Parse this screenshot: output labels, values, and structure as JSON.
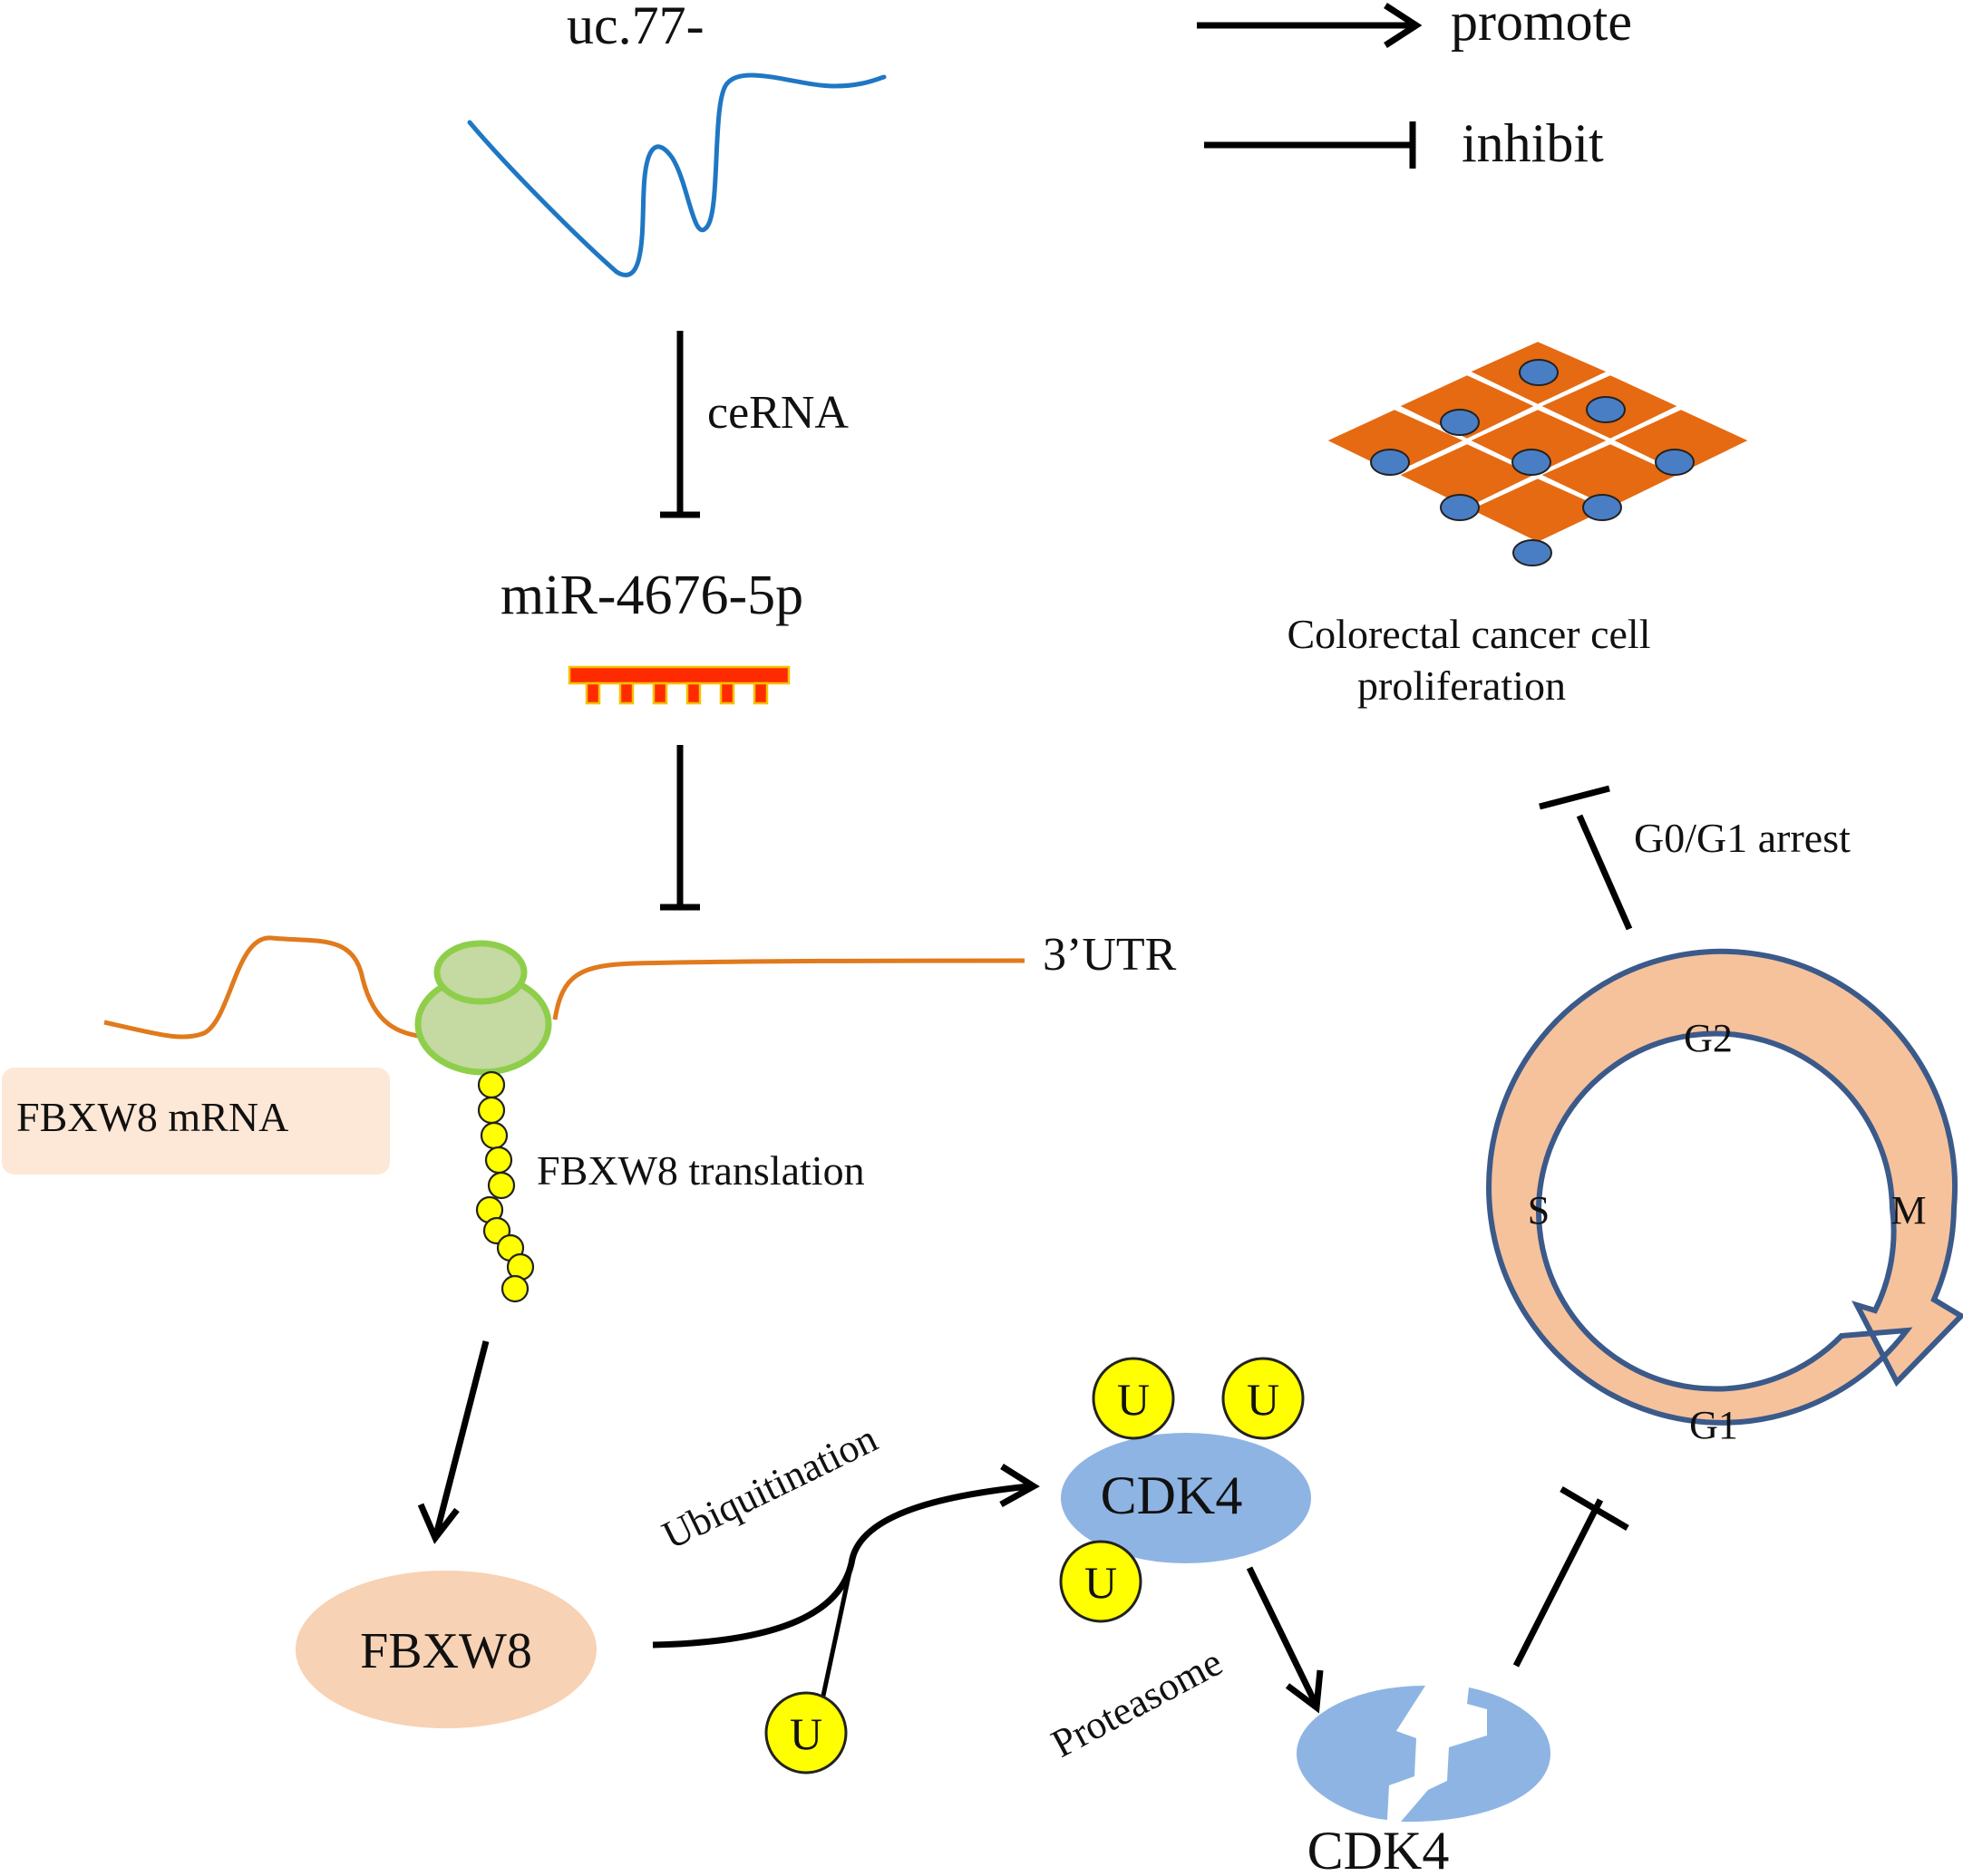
{
  "legend": {
    "promote": "promote",
    "inhibit": "inhibit"
  },
  "lncrna": {
    "label": "uc.77-"
  },
  "cerna_label": "ceRNA",
  "mirna": {
    "label": "miR-4676-5p"
  },
  "mrna": {
    "utr_label": "3’UTR",
    "name_label": "FBXW8 mRNA",
    "translation_label": "FBXW8 translation"
  },
  "fbxw8": {
    "label": "FBXW8"
  },
  "ubiquitination_label": "Ubiquitination",
  "ubiquitin": {
    "label": "U"
  },
  "cdk4": {
    "label": "CDK4"
  },
  "proteasome_label": "Proteasome",
  "cdk4_degraded": {
    "label": "CDK4"
  },
  "cell_cycle": {
    "phases": {
      "g2": "G2",
      "s": "S",
      "m": "M",
      "g1": "G1"
    }
  },
  "arrest_label": "G0/G1 arrest",
  "proliferation": {
    "line1": "Colorectal cancer cell",
    "line2": "proliferation"
  },
  "colors": {
    "lncrna_blue": "#1f77c4",
    "mrna_orange": "#e07a1c",
    "ribosome_green": "#c5d9a2",
    "ribosome_edge": "#8fce4a",
    "peptide_yellow": "#ffff00",
    "mirna_red": "#ff2a00",
    "fbxw8_peach": "#f8d2b4",
    "cdk4_blue": "#8eb4e3",
    "cycle_peach": "#f6c29c",
    "cycle_edge": "#3b5a8a",
    "cell_orange": "#e56a12",
    "nucleus_blue": "#4a7ec4"
  }
}
